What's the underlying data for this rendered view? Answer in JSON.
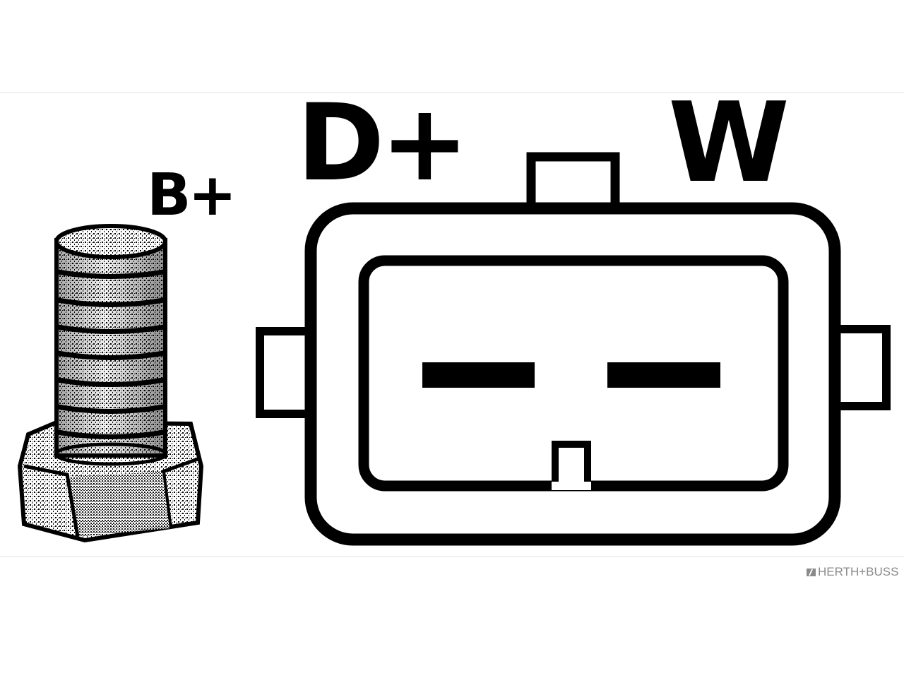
{
  "diagram": {
    "terminals": {
      "d_plus": "D+",
      "w": "W",
      "b_plus": "B+"
    },
    "watermark": "HERTH+BUSS"
  },
  "colors": {
    "ink": "#000000",
    "background": "#ffffff",
    "watermark": "#8a8a8a",
    "frame": "#e4e4e4"
  }
}
